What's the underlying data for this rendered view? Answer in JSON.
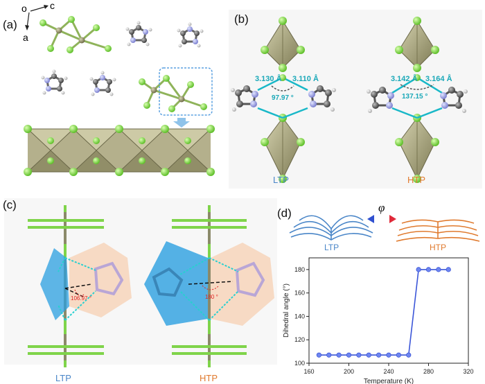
{
  "panels": {
    "a": {
      "label": "(a)",
      "axes": {
        "origin": "o",
        "c": "c",
        "a": "a"
      }
    },
    "b": {
      "label": "(b)",
      "ltp": {
        "d1": "3.130 Å",
        "d2": "3.110 Å",
        "angle": "97.97 °",
        "name": "LTP"
      },
      "htp": {
        "d1": "3.142 Å",
        "d2": "3.164 Å",
        "angle": "137.15 °",
        "name": "HTP"
      }
    },
    "c": {
      "label": "(c)",
      "ltp": {
        "angle": "106.97 °",
        "name": "LTP"
      },
      "htp": {
        "angle": "180 °",
        "name": "HTP"
      }
    },
    "d": {
      "label": "(d)",
      "symbol": "φ",
      "ltp": "LTP",
      "htp": "HTP"
    }
  },
  "colors": {
    "ltp": "#4a86c8",
    "htp": "#e07a2e",
    "cyan": "#19b8c8",
    "green": "#86d84a",
    "metal": "#8d8a66",
    "line": "#3a55d8"
  },
  "chart_data": {
    "type": "line",
    "xlabel": "Temperature (K)",
    "ylabel": "Dihedral angle (°)",
    "xlim": [
      160,
      320
    ],
    "ylim": [
      100,
      190
    ],
    "xticks": [
      160,
      200,
      240,
      280,
      320
    ],
    "yticks": [
      100,
      120,
      140,
      160,
      180
    ],
    "series": [
      {
        "x": [
          170,
          180,
          190,
          200,
          210,
          220,
          230,
          240,
          250,
          260,
          270,
          280,
          290,
          300
        ],
        "y": [
          106.97,
          106.97,
          106.97,
          106.97,
          106.97,
          106.97,
          106.97,
          106.97,
          106.97,
          106.97,
          180,
          180,
          180,
          180
        ]
      }
    ]
  }
}
